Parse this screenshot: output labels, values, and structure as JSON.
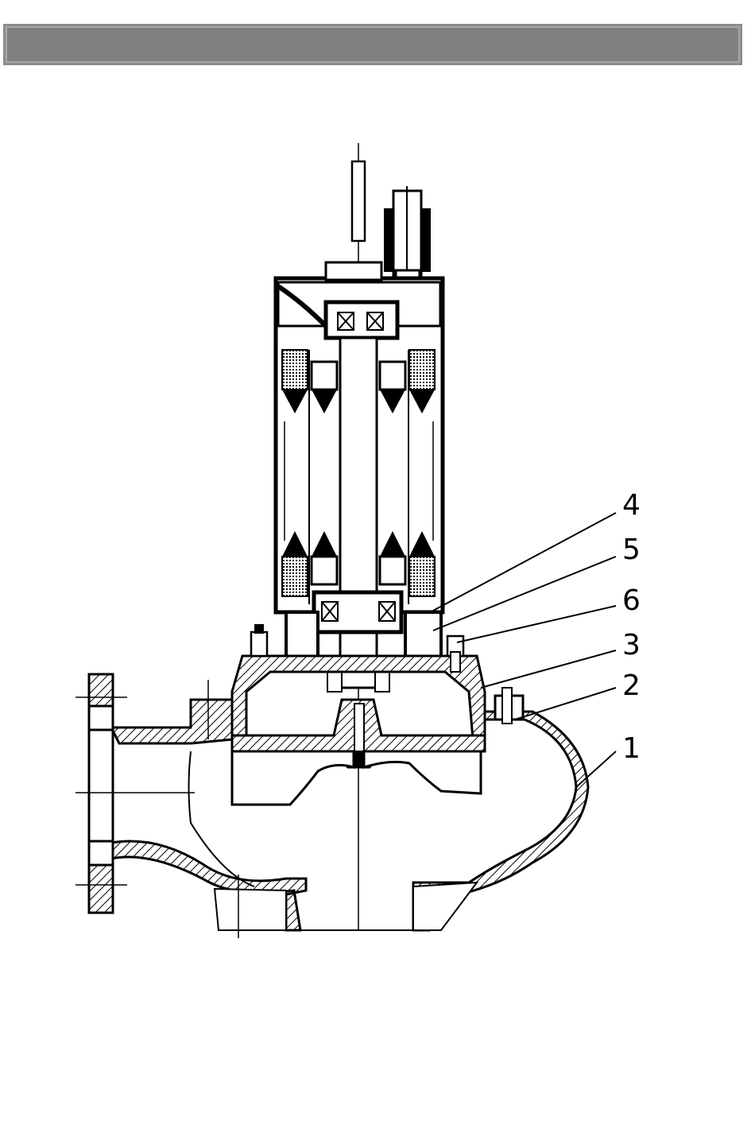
{
  "header": {
    "color": "#808080"
  },
  "diagram": {
    "callouts": [
      {
        "id": "4",
        "label": "4"
      },
      {
        "id": "5",
        "label": "5"
      },
      {
        "id": "6",
        "label": "6"
      },
      {
        "id": "3",
        "label": "3"
      },
      {
        "id": "2",
        "label": "2"
      },
      {
        "id": "1",
        "label": "1"
      }
    ]
  }
}
